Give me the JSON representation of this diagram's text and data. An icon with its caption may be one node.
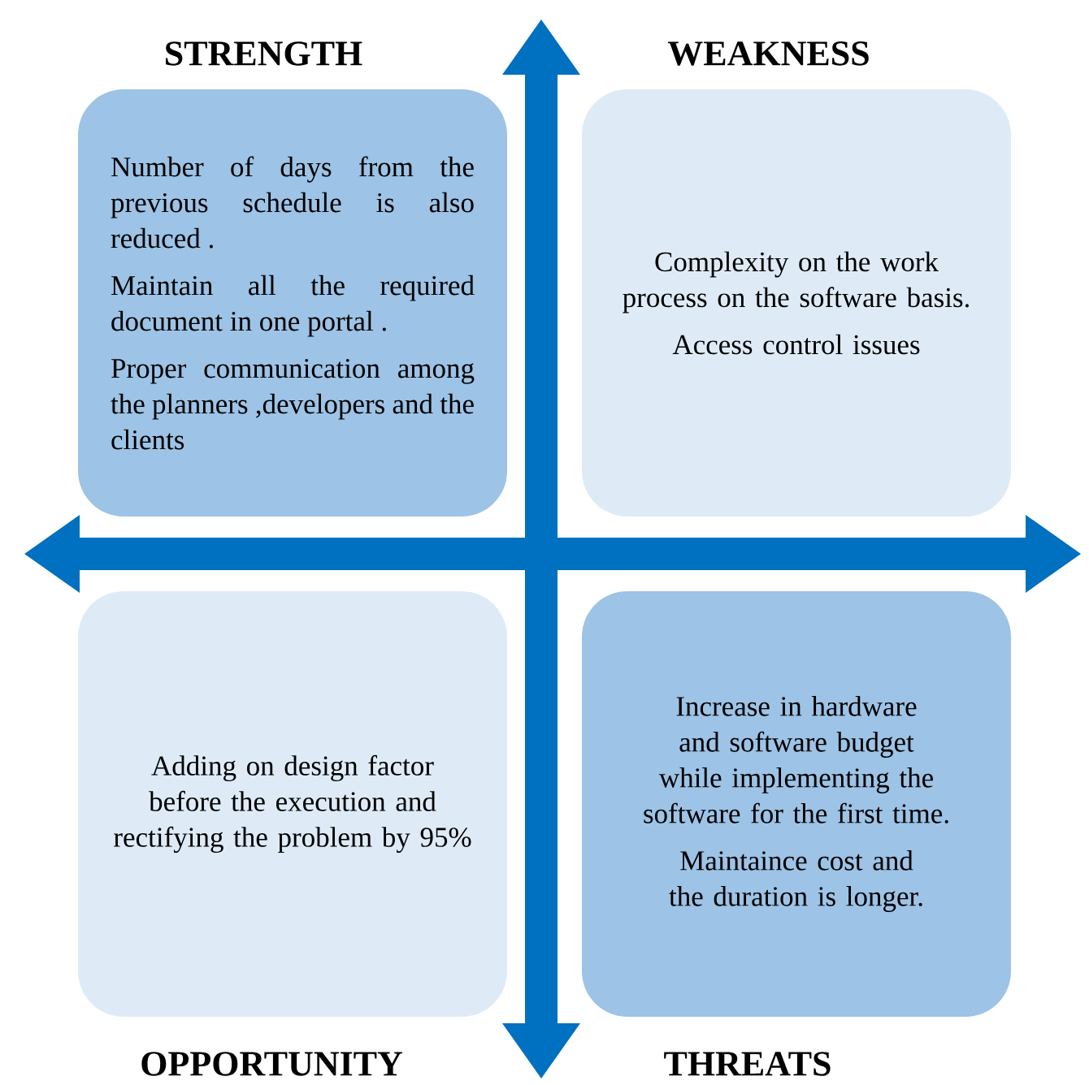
{
  "diagram": {
    "nodes": [
      {
        "text": [
          "STRENGTH",
          "Number of days from the previous schedule is also reduced .",
          "Maintain all the required document in one portal .",
          "Proper communication among the planners ,developers and the clients"
        ]
      },
      {
        "text": [
          "WEAKNESS",
          "Complexity on the work process on the software basis.",
          "Access control issues"
        ]
      },
      {
        "text": [
          "Adding on design factor before the execution and rectifying the problem by 95%",
          "OPPORTUNITY"
        ]
      },
      {
        "text": [
          "Increase in hardware and software budget while implementing the software for the first time.",
          "Maintaince cost and the duration is longer.",
          "THREATS"
        ]
      }
    ]
  }
}
